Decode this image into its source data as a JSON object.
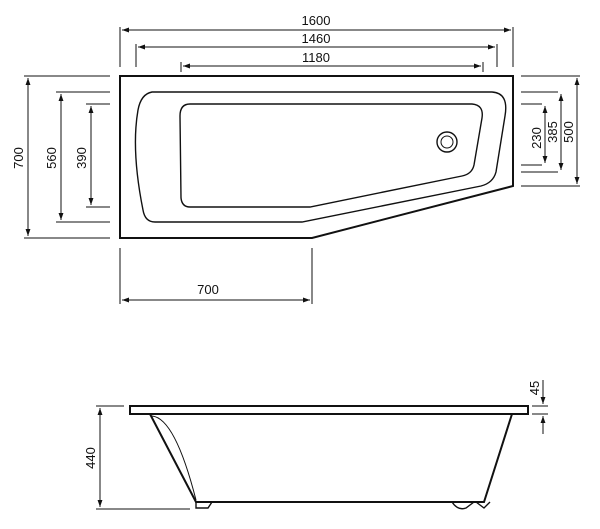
{
  "dimensions": {
    "top_overall": "1600",
    "top_inner": "1460",
    "top_basin": "1180",
    "left_overall": "700",
    "left_inner": "560",
    "left_basin": "390",
    "right_basin": "230",
    "right_inner": "385",
    "right_overall": "500",
    "bottom_straight": "700",
    "side_rim": "45",
    "side_height": "440"
  }
}
